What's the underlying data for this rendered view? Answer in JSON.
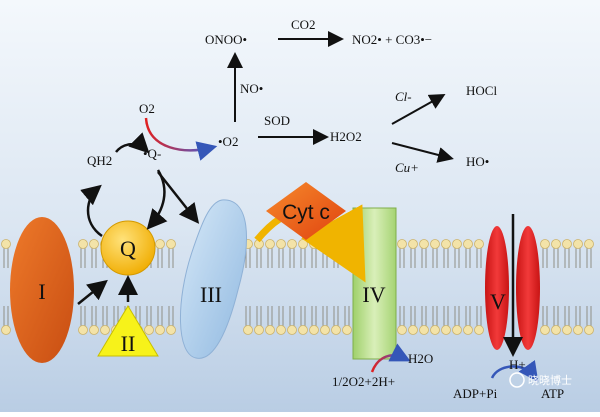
{
  "background": {
    "top": "#f4f8fc",
    "bottom": "#bdd0e6",
    "membrane_head": "#f3e3a8",
    "membrane_tail": "#8f8f86"
  },
  "complexes": {
    "I": {
      "label": "I",
      "color": "#e0621e"
    },
    "II": {
      "label": "II",
      "color": "#f7f21a"
    },
    "III": {
      "label": "III",
      "color": "#a9cdec"
    },
    "IV": {
      "label": "IV",
      "color": "#b7dd7f"
    },
    "V": {
      "label": "V",
      "color": "#e12828"
    }
  },
  "carriers": {
    "Q": {
      "label": "Q",
      "color": "#f6b800"
    },
    "cytc": {
      "label": "Cyt c",
      "color": "#ee5a1a"
    }
  },
  "species": {
    "qh2": "QH2",
    "q_radical": "•Q-",
    "o2": "O2",
    "superoxide": "•O2",
    "no": "NO•",
    "onoo": "ONOO•",
    "co2": "CO2",
    "products": "NO2• + CO3•−",
    "h2o2": "H2O2",
    "hocl": "HOCl",
    "ho": "HO•",
    "h2o": "H2O",
    "half_o2": "1/2O2+2H+",
    "h_plus": "H+",
    "adp": "ADP+Pi",
    "atp": "ATP"
  },
  "enzymes": {
    "sod": "SOD",
    "cl": "Cl-",
    "cu": "Cu+"
  },
  "watermark": "晓晓博士"
}
